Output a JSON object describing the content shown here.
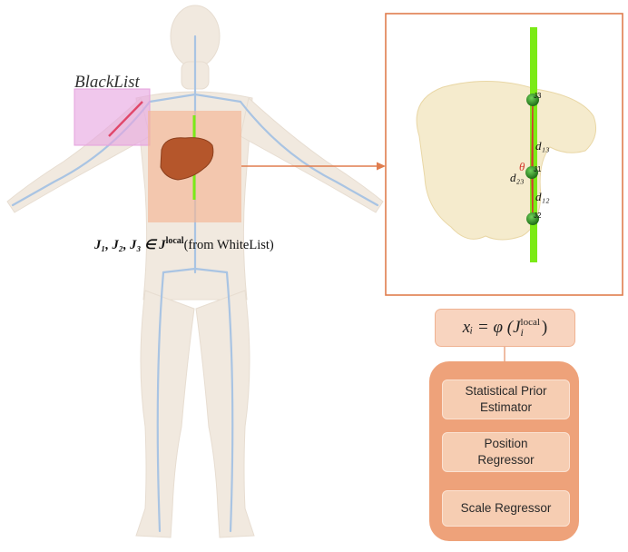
{
  "blacklist": {
    "label": "BlackList"
  },
  "joint_caption": {
    "joints": "J₁, J₂, J₃",
    "member_of": " ∈ J",
    "superscript": "local",
    "source": "(from WhiteList)"
  },
  "detail_view": {
    "joint_labels": [
      "J3",
      "J1",
      "J2"
    ],
    "distance_labels": [
      "d₁₃",
      "d₂₃",
      "d₁₂"
    ],
    "angle_label": "θ"
  },
  "feature": {
    "lhs": "xᵢ = φ (J",
    "sub": "i",
    "sup": "local",
    "rhs": ")"
  },
  "modules": {
    "statistical": "Statistical Prior Estimator",
    "position": "Position Regressor",
    "scale": "Scale Regressor"
  },
  "colors": {
    "body_fill": "#f1e9df",
    "skeleton": "#a9c4e3",
    "blacklist_box": "#e6a4e0",
    "whitelist_box": "#f3b796",
    "liver": "#b5562b",
    "axis_green": "#7bea16",
    "detail_border": "#e07d4e",
    "module_container": "#eea27a"
  }
}
